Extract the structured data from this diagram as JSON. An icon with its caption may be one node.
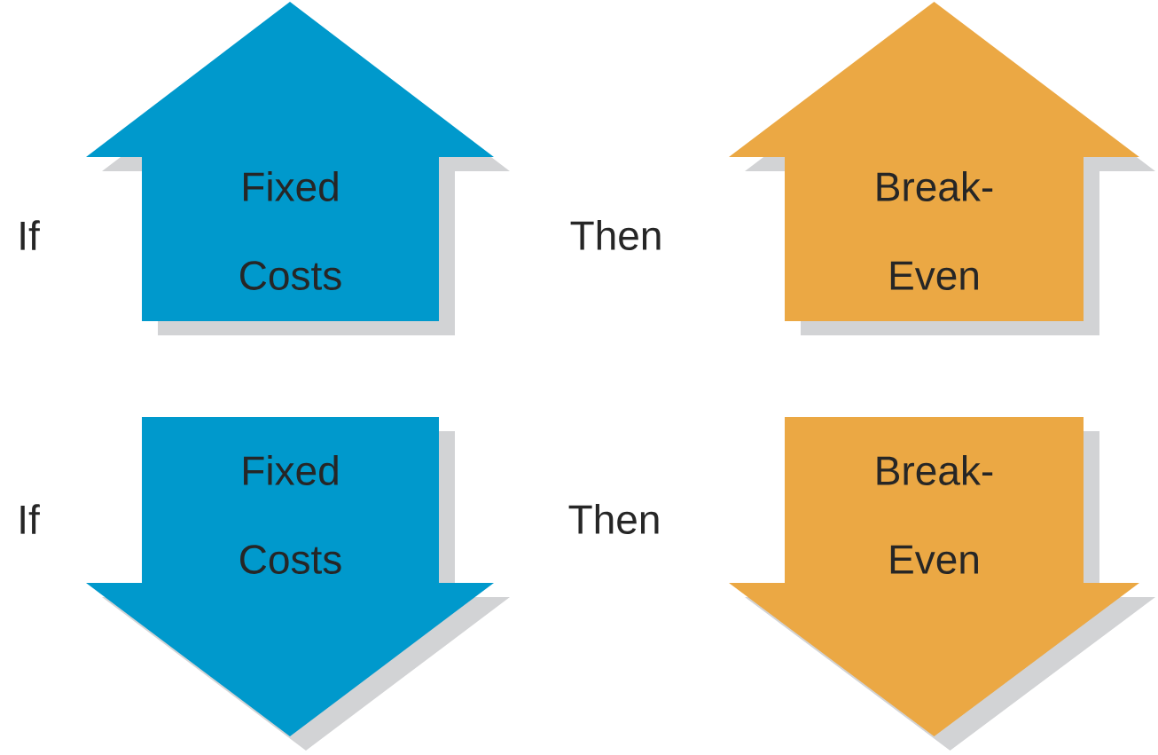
{
  "diagram": {
    "nodes": [
      {
        "text": [
          "Fixed Costs"
        ]
      },
      {
        "text": [
          "Break-Even"
        ]
      },
      {
        "text": [
          "Fixed Costs"
        ]
      },
      {
        "text": [
          "Break-Even"
        ]
      }
    ],
    "labels": [
      "If",
      "Then",
      "If",
      "Then"
    ]
  }
}
